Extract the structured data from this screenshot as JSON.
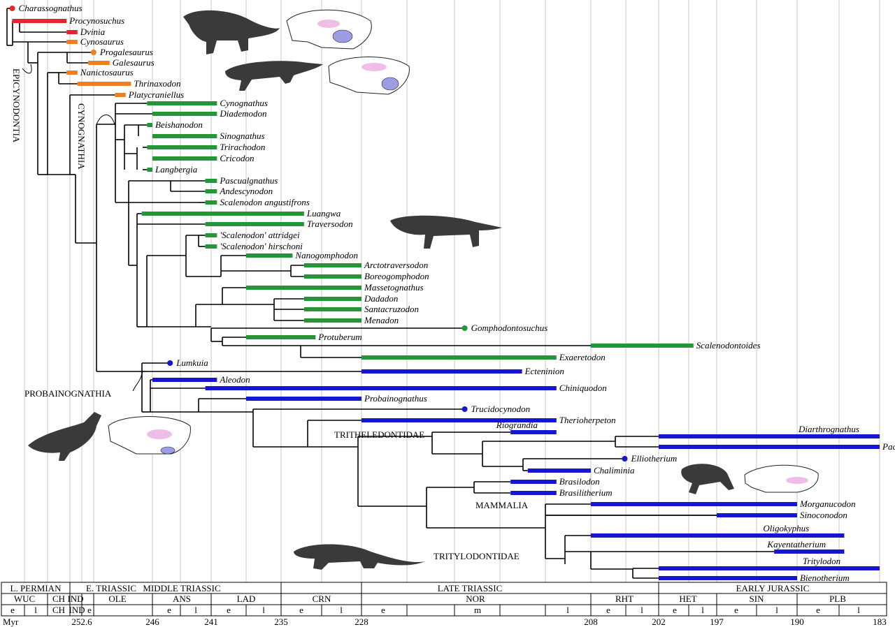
{
  "chart_data": {
    "type": "diagram",
    "time_axis": {
      "unit_label": "Myr",
      "tick_values": [
        252.6,
        246,
        241,
        235,
        228,
        208,
        202,
        197,
        190,
        183
      ],
      "tick_labels": [
        "252.6",
        "246",
        "241",
        "235",
        "228",
        "208",
        "202",
        "197",
        "190",
        "183"
      ]
    },
    "periods": [
      "L. PERMIAN",
      "E. TRIASSIC",
      "MIDDLE TRIASSIC",
      "LATE TRIASSIC",
      "EARLY JURASSIC"
    ],
    "stages_row1": [
      "WUC",
      "CH",
      "IND",
      "OLE",
      "ANS",
      "LAD",
      "CRN",
      "NOR",
      "RHT",
      "HET",
      "SIN",
      "PLB"
    ],
    "stages_row2": [
      "CH",
      "IND",
      "e"
    ],
    "subdivisions": [
      "e",
      "l",
      "e",
      "l",
      "e",
      "l",
      "e",
      "l",
      "e",
      "m",
      "l",
      "e",
      "l",
      "e",
      "l",
      "e",
      "l",
      "e",
      "l"
    ],
    "clade_labels": [
      "EPICYNODONTIA",
      "CYNOGNATHIA",
      "PROBAINOGNATHIA",
      "TRITHELEDONTIDAE",
      "MAMMALIA",
      "TRITYLODONTIDAE"
    ],
    "taxa": [
      {
        "name": "Charassognathus",
        "group": "red",
        "start": 259,
        "end": 259,
        "point": true
      },
      {
        "name": "Procynosuchus",
        "group": "red",
        "start": 259,
        "end": 254
      },
      {
        "name": "Dvinia",
        "group": "red",
        "start": 254,
        "end": 253
      },
      {
        "name": "Cynosaurus",
        "group": "orange",
        "start": 254,
        "end": 253
      },
      {
        "name": "Progalesaurus",
        "group": "orange",
        "start": 251.5,
        "end": 251.5,
        "point": true
      },
      {
        "name": "Galesaurus",
        "group": "orange",
        "start": 252,
        "end": 250
      },
      {
        "name": "Nanictosaurus",
        "group": "orange",
        "start": 254,
        "end": 253
      },
      {
        "name": "Thrinaxodon",
        "group": "orange",
        "start": 253,
        "end": 248
      },
      {
        "name": "Platycraniellus",
        "group": "orange",
        "start": 249.5,
        "end": 248.5
      },
      {
        "name": "Cynognathus",
        "group": "green",
        "start": 246.5,
        "end": 240.5
      },
      {
        "name": "Diademodon",
        "group": "green",
        "start": 246,
        "end": 240.5
      },
      {
        "name": "Beishanodon",
        "group": "green",
        "start": 246.5,
        "end": 246
      },
      {
        "name": "Sinognathus",
        "group": "green",
        "start": 246,
        "end": 240.5
      },
      {
        "name": "Trirachodon",
        "group": "green",
        "start": 246.5,
        "end": 240.5
      },
      {
        "name": "Cricodon",
        "group": "green",
        "start": 246,
        "end": 240.5
      },
      {
        "name": "Langbergia",
        "group": "green",
        "start": 246.5,
        "end": 246
      },
      {
        "name": "Pascualgnathus",
        "group": "green",
        "start": 241.5,
        "end": 240.5
      },
      {
        "name": "Andescynodon",
        "group": "green",
        "start": 241.5,
        "end": 240.5
      },
      {
        "name": "Scalenodon angustifrons",
        "group": "green",
        "start": 241.5,
        "end": 240.5
      },
      {
        "name": "Luangwa",
        "group": "green",
        "start": 247,
        "end": 233
      },
      {
        "name": "Traversodon",
        "group": "green",
        "start": 241.5,
        "end": 233
      },
      {
        "name": "'Scalenodon' attridgei",
        "group": "green",
        "start": 241.5,
        "end": 240.5
      },
      {
        "name": "'Scalenodon' hirschoni",
        "group": "green",
        "start": 241.5,
        "end": 240.5
      },
      {
        "name": "Nanogomphodon",
        "group": "green",
        "start": 238,
        "end": 234
      },
      {
        "name": "Arctotraversodon",
        "group": "green",
        "start": 233,
        "end": 228
      },
      {
        "name": "Boreogomphodon",
        "group": "green",
        "start": 233,
        "end": 228
      },
      {
        "name": "Massetognathus",
        "group": "green",
        "start": 238,
        "end": 228
      },
      {
        "name": "Dadadon",
        "group": "green",
        "start": 233,
        "end": 228
      },
      {
        "name": "Santacruzodon",
        "group": "green",
        "start": 233,
        "end": 228
      },
      {
        "name": "Menadon",
        "group": "green",
        "start": 233,
        "end": 228
      },
      {
        "name": "Gomphodontosuchus",
        "group": "green",
        "start": 219,
        "end": 219,
        "point": true
      },
      {
        "name": "Protuberum",
        "group": "green",
        "start": 238,
        "end": 232
      },
      {
        "name": "Scalenodontoides",
        "group": "green",
        "start": 208,
        "end": 199
      },
      {
        "name": "Exaeretodon",
        "group": "green",
        "start": 228,
        "end": 211
      },
      {
        "name": "Lumkuia",
        "group": "blue",
        "start": 244.5,
        "end": 244.5,
        "point": true
      },
      {
        "name": "Ecteninion",
        "group": "blue",
        "start": 228,
        "end": 214
      },
      {
        "name": "Aleodon",
        "group": "blue",
        "start": 246,
        "end": 240.5
      },
      {
        "name": "Chiniquodon",
        "group": "blue",
        "start": 241.5,
        "end": 211
      },
      {
        "name": "Probainognathus",
        "group": "blue",
        "start": 238,
        "end": 228
      },
      {
        "name": "Trucidocynodon",
        "group": "blue",
        "start": 219,
        "end": 219,
        "point": true
      },
      {
        "name": "Therioherpeton",
        "group": "blue",
        "start": 228,
        "end": 211
      },
      {
        "name": "Riograndia",
        "group": "blue",
        "start": 215,
        "end": 211
      },
      {
        "name": "Diarthrognathus",
        "group": "blue",
        "start": 202,
        "end": 183
      },
      {
        "name": "Pachygenelus",
        "group": "blue",
        "start": 202,
        "end": 183
      },
      {
        "name": "Elliotherium",
        "group": "blue",
        "start": 205,
        "end": 205,
        "point": true
      },
      {
        "name": "Chaliminia",
        "group": "blue",
        "start": 213.5,
        "end": 208
      },
      {
        "name": "Brasilodon",
        "group": "blue",
        "start": 215,
        "end": 211
      },
      {
        "name": "Brasilitherium",
        "group": "blue",
        "start": 215,
        "end": 211
      },
      {
        "name": "Morganucodon",
        "group": "blue",
        "start": 208,
        "end": 190
      },
      {
        "name": "Sinoconodon",
        "group": "blue",
        "start": 197,
        "end": 190
      },
      {
        "name": "Oligokyphus",
        "group": "blue",
        "start": 208,
        "end": 186
      },
      {
        "name": "Kayentatherium",
        "group": "blue",
        "start": 192,
        "end": 186
      },
      {
        "name": "Tritylodon",
        "group": "blue",
        "start": 202,
        "end": 183
      },
      {
        "name": "Bienotherium",
        "group": "blue",
        "start": 202,
        "end": 190
      }
    ],
    "colors": {
      "red": "#e8252a",
      "orange": "#f07d1e",
      "green": "#23963a",
      "blue": "#1515d2"
    }
  }
}
